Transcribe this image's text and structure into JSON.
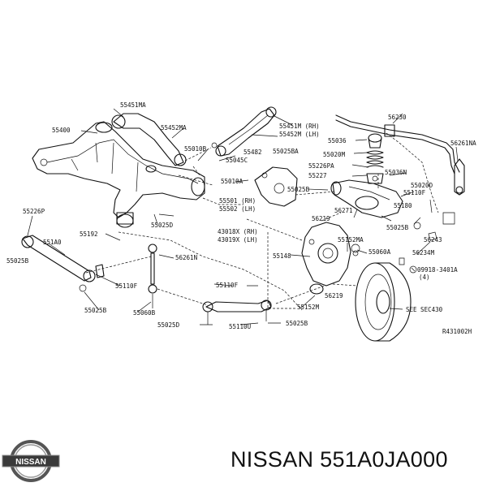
{
  "diagram": {
    "labels": [
      "55451MA",
      "55400",
      "55452MA",
      "55010B",
      "55451M (RH)",
      "55452M (LH)",
      "55036",
      "56230",
      "56261NA",
      "55482",
      "55025BA",
      "55020M",
      "55045C",
      "55226PA",
      "55036N",
      "55227",
      "55010A",
      "55025B",
      "55110F",
      "55020D",
      "55501 (RH)",
      "55502 (LH)",
      "56271",
      "55025D",
      "56219",
      "55226P",
      "55180",
      "55192",
      "43018X (RH)",
      "43019X (LH)",
      "55152MA",
      "55025B",
      "551A0",
      "56243",
      "56261N",
      "56234M",
      "55025B",
      "55148",
      "55060A",
      "55110F",
      "09918-3401A",
      "(4)",
      "55025B",
      "56219",
      "55110F",
      "55152M",
      "55060B",
      "SEE SEC430",
      "55025D",
      "55110U",
      "55025B",
      "R431002H"
    ],
    "footer_text": "NISSAN 551A0JA000",
    "logo_text": "NISSAN"
  }
}
